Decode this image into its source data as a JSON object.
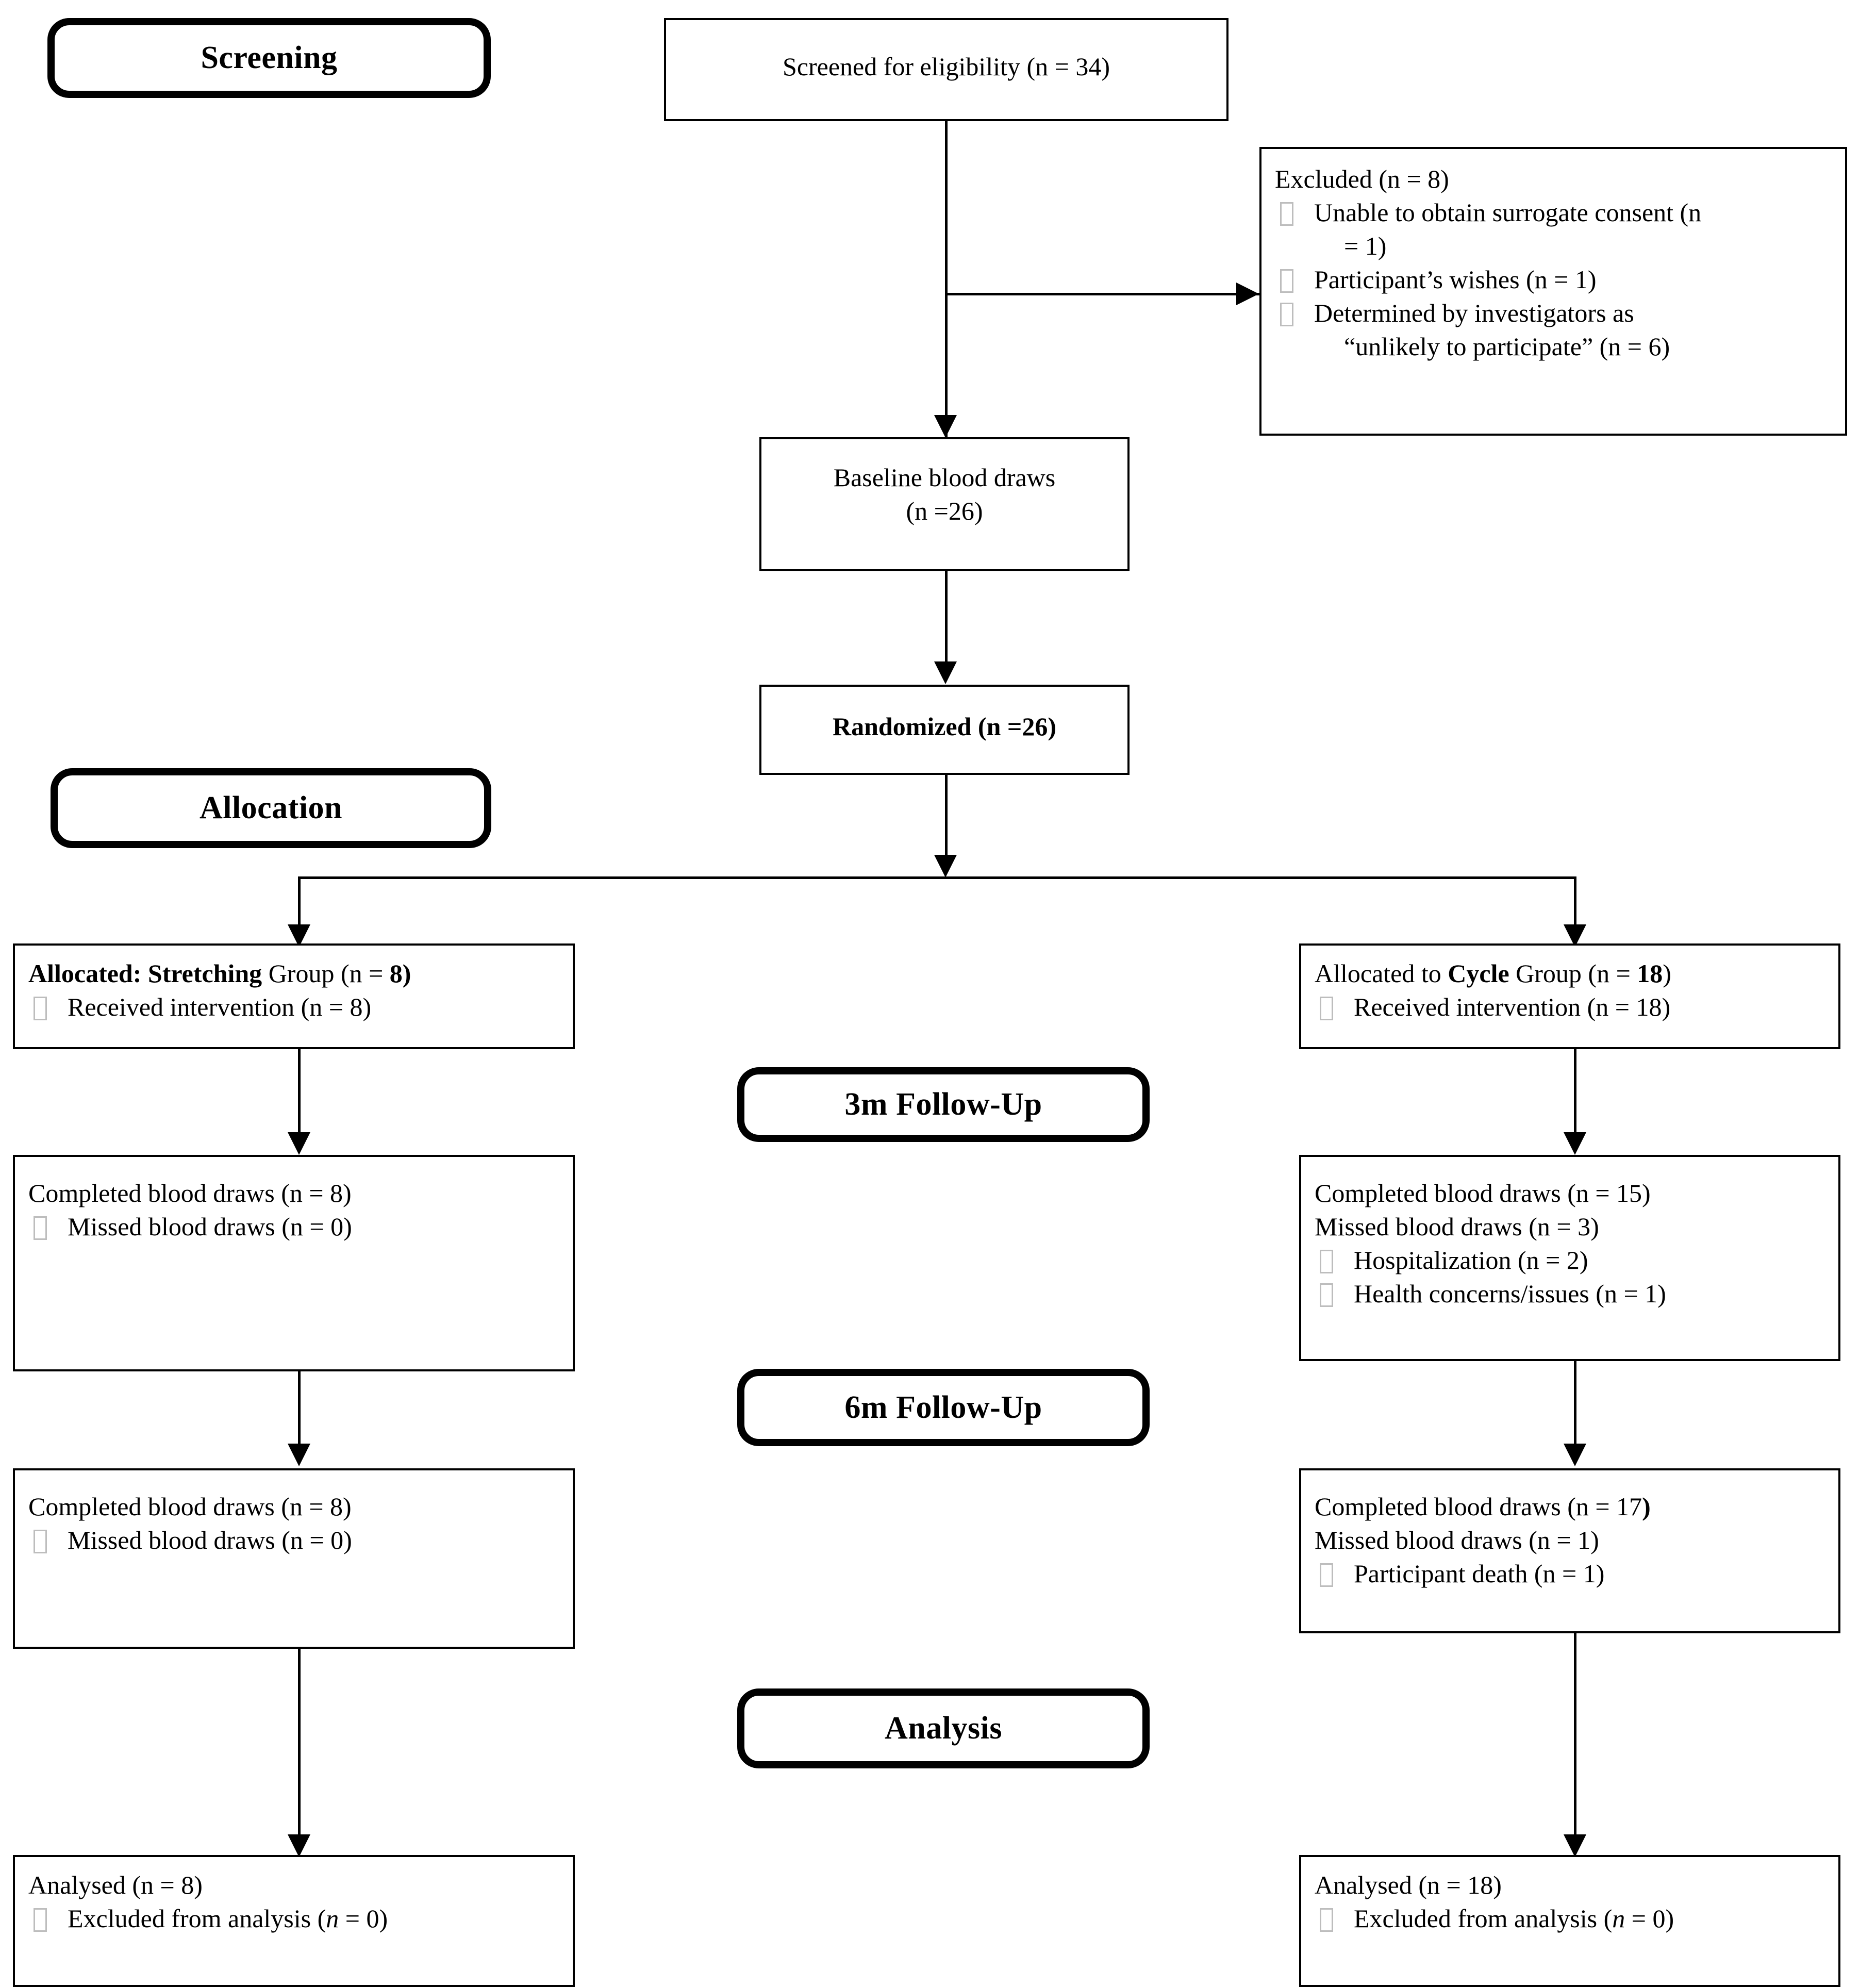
{
  "diagram": {
    "title": "CONSORT participant flow diagram",
    "stages": [
      {
        "id": "screening",
        "label": "Screening"
      },
      {
        "id": "allocation",
        "label": "Allocation"
      },
      {
        "id": "followup_3m",
        "label": "3m Follow-Up"
      },
      {
        "id": "followup_6m",
        "label": "6m Follow-Up"
      },
      {
        "id": "analysis",
        "label": "Analysis"
      }
    ],
    "nodes": {
      "screened": {
        "line1": "Screened for eligibility (n = 34)"
      },
      "excluded": {
        "heading": "Excluded (n = 8)",
        "items": [
          {
            "text": "Unable to obtain surrogate consent (n",
            "continuation": "= 1)"
          },
          {
            "text": "Participant’s wishes (n = 1)",
            "continuation": ""
          },
          {
            "text": "Determined by investigators as",
            "continuation": "“unlikely to participate” (n = 6)"
          }
        ]
      },
      "baseline": {
        "line1": "Baseline blood draws",
        "line2": "(n =26)"
      },
      "randomized": {
        "line1": "Randomized (n =26)"
      },
      "alloc_left": {
        "heading_bold_1": "Allocated: Stretching",
        "heading_regular": " Group (n = ",
        "heading_bold_2": "8)",
        "items": [
          {
            "text": "Received intervention (n = 8)"
          }
        ]
      },
      "alloc_right": {
        "heading_pre": "Allocated to ",
        "heading_bold_1": "Cycle",
        "heading_mid": " Group (n = ",
        "heading_bold_2": "18",
        "heading_post": ")",
        "items": [
          {
            "text": "Received intervention (n = 18)"
          }
        ]
      },
      "fu3_left": {
        "line1": "Completed blood draws (n = 8)",
        "items": [
          {
            "text": "Missed blood draws (n = 0)"
          }
        ]
      },
      "fu3_right": {
        "line1": "Completed blood draws (n = 15)",
        "line2": "Missed blood draws (n = 3)",
        "items": [
          {
            "text": "Hospitalization (n = 2)"
          },
          {
            "text": "Health concerns/issues (n = 1)"
          }
        ]
      },
      "fu6_left": {
        "line1": "Completed blood draws (n = 8)",
        "items": [
          {
            "text": "Missed blood draws (n = 0)"
          }
        ]
      },
      "fu6_right": {
        "line1_pre": "Completed blood draws (n = 17",
        "line1_bold": ")",
        "line2": "Missed blood draws (n = 1)",
        "items": [
          {
            "text": "Participant death (n = 1)"
          }
        ]
      },
      "analysed_left": {
        "line1": "Analysed (n = 8)",
        "excl_pre": "Excluded from analysis (",
        "excl_ital": "n",
        "excl_post": " = 0)"
      },
      "analysed_right": {
        "line1": "Analysed (n = 18)",
        "excl_pre": "Excluded from analysis (",
        "excl_ital": "n",
        "excl_post": " = 0)"
      }
    },
    "colors": {
      "stroke": "#000000",
      "background": "#ffffff",
      "bullet_outline": "#bdbdbd"
    }
  }
}
